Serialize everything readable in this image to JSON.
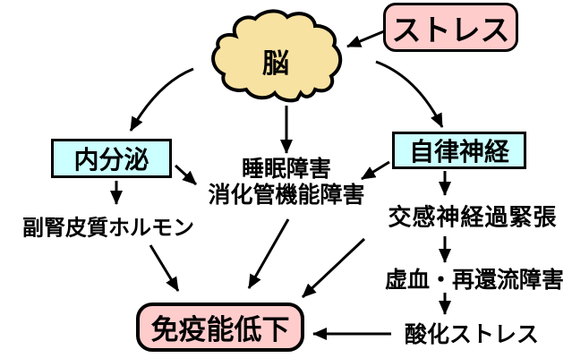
{
  "diagram": {
    "colors": {
      "box_pink": "#FFCCCC",
      "box_cyan": "#CCFFFF",
      "brain_fill": "#F8E2A2",
      "line": "#000000",
      "background": "#FFFFFF"
    },
    "nodes": {
      "stress": {
        "label": "ストレス"
      },
      "brain": {
        "label": "脳"
      },
      "endocrine": {
        "label": "内分泌"
      },
      "autonomic": {
        "label": "自律神経"
      },
      "disorders": {
        "line1": "睡眠障害",
        "line2": "消化管機能障害"
      },
      "adrenal": {
        "label": "副腎皮質ホルモン"
      },
      "sympathetic": {
        "label": "交感神経過緊張"
      },
      "ischemia": {
        "label": "虚血・再還流障害"
      },
      "oxidative": {
        "label": "酸化ストレス"
      },
      "immune": {
        "label": "免疫能低下"
      }
    },
    "edges": [
      {
        "from": "ストレス",
        "to": "脳"
      },
      {
        "from": "脳",
        "to": "内分泌"
      },
      {
        "from": "脳",
        "to": "睡眠障害・消化管機能障害"
      },
      {
        "from": "脳",
        "to": "自律神経"
      },
      {
        "from": "内分泌",
        "to": "睡眠障害・消化管機能障害"
      },
      {
        "from": "内分泌",
        "to": "副腎皮質ホルモン"
      },
      {
        "from": "自律神経",
        "to": "睡眠障害・消化管機能障害"
      },
      {
        "from": "自律神経",
        "to": "交感神経過緊張"
      },
      {
        "from": "副腎皮質ホルモン",
        "to": "免疫能低下"
      },
      {
        "from": "睡眠障害・消化管機能障害",
        "to": "免疫能低下"
      },
      {
        "from": "交感神経過緊張",
        "to": "免疫能低下"
      },
      {
        "from": "交感神経過緊張",
        "to": "虚血・再還流障害"
      },
      {
        "from": "虚血・再還流障害",
        "to": "酸化ストレス"
      },
      {
        "from": "酸化ストレス",
        "to": "免疫能低下"
      }
    ]
  }
}
